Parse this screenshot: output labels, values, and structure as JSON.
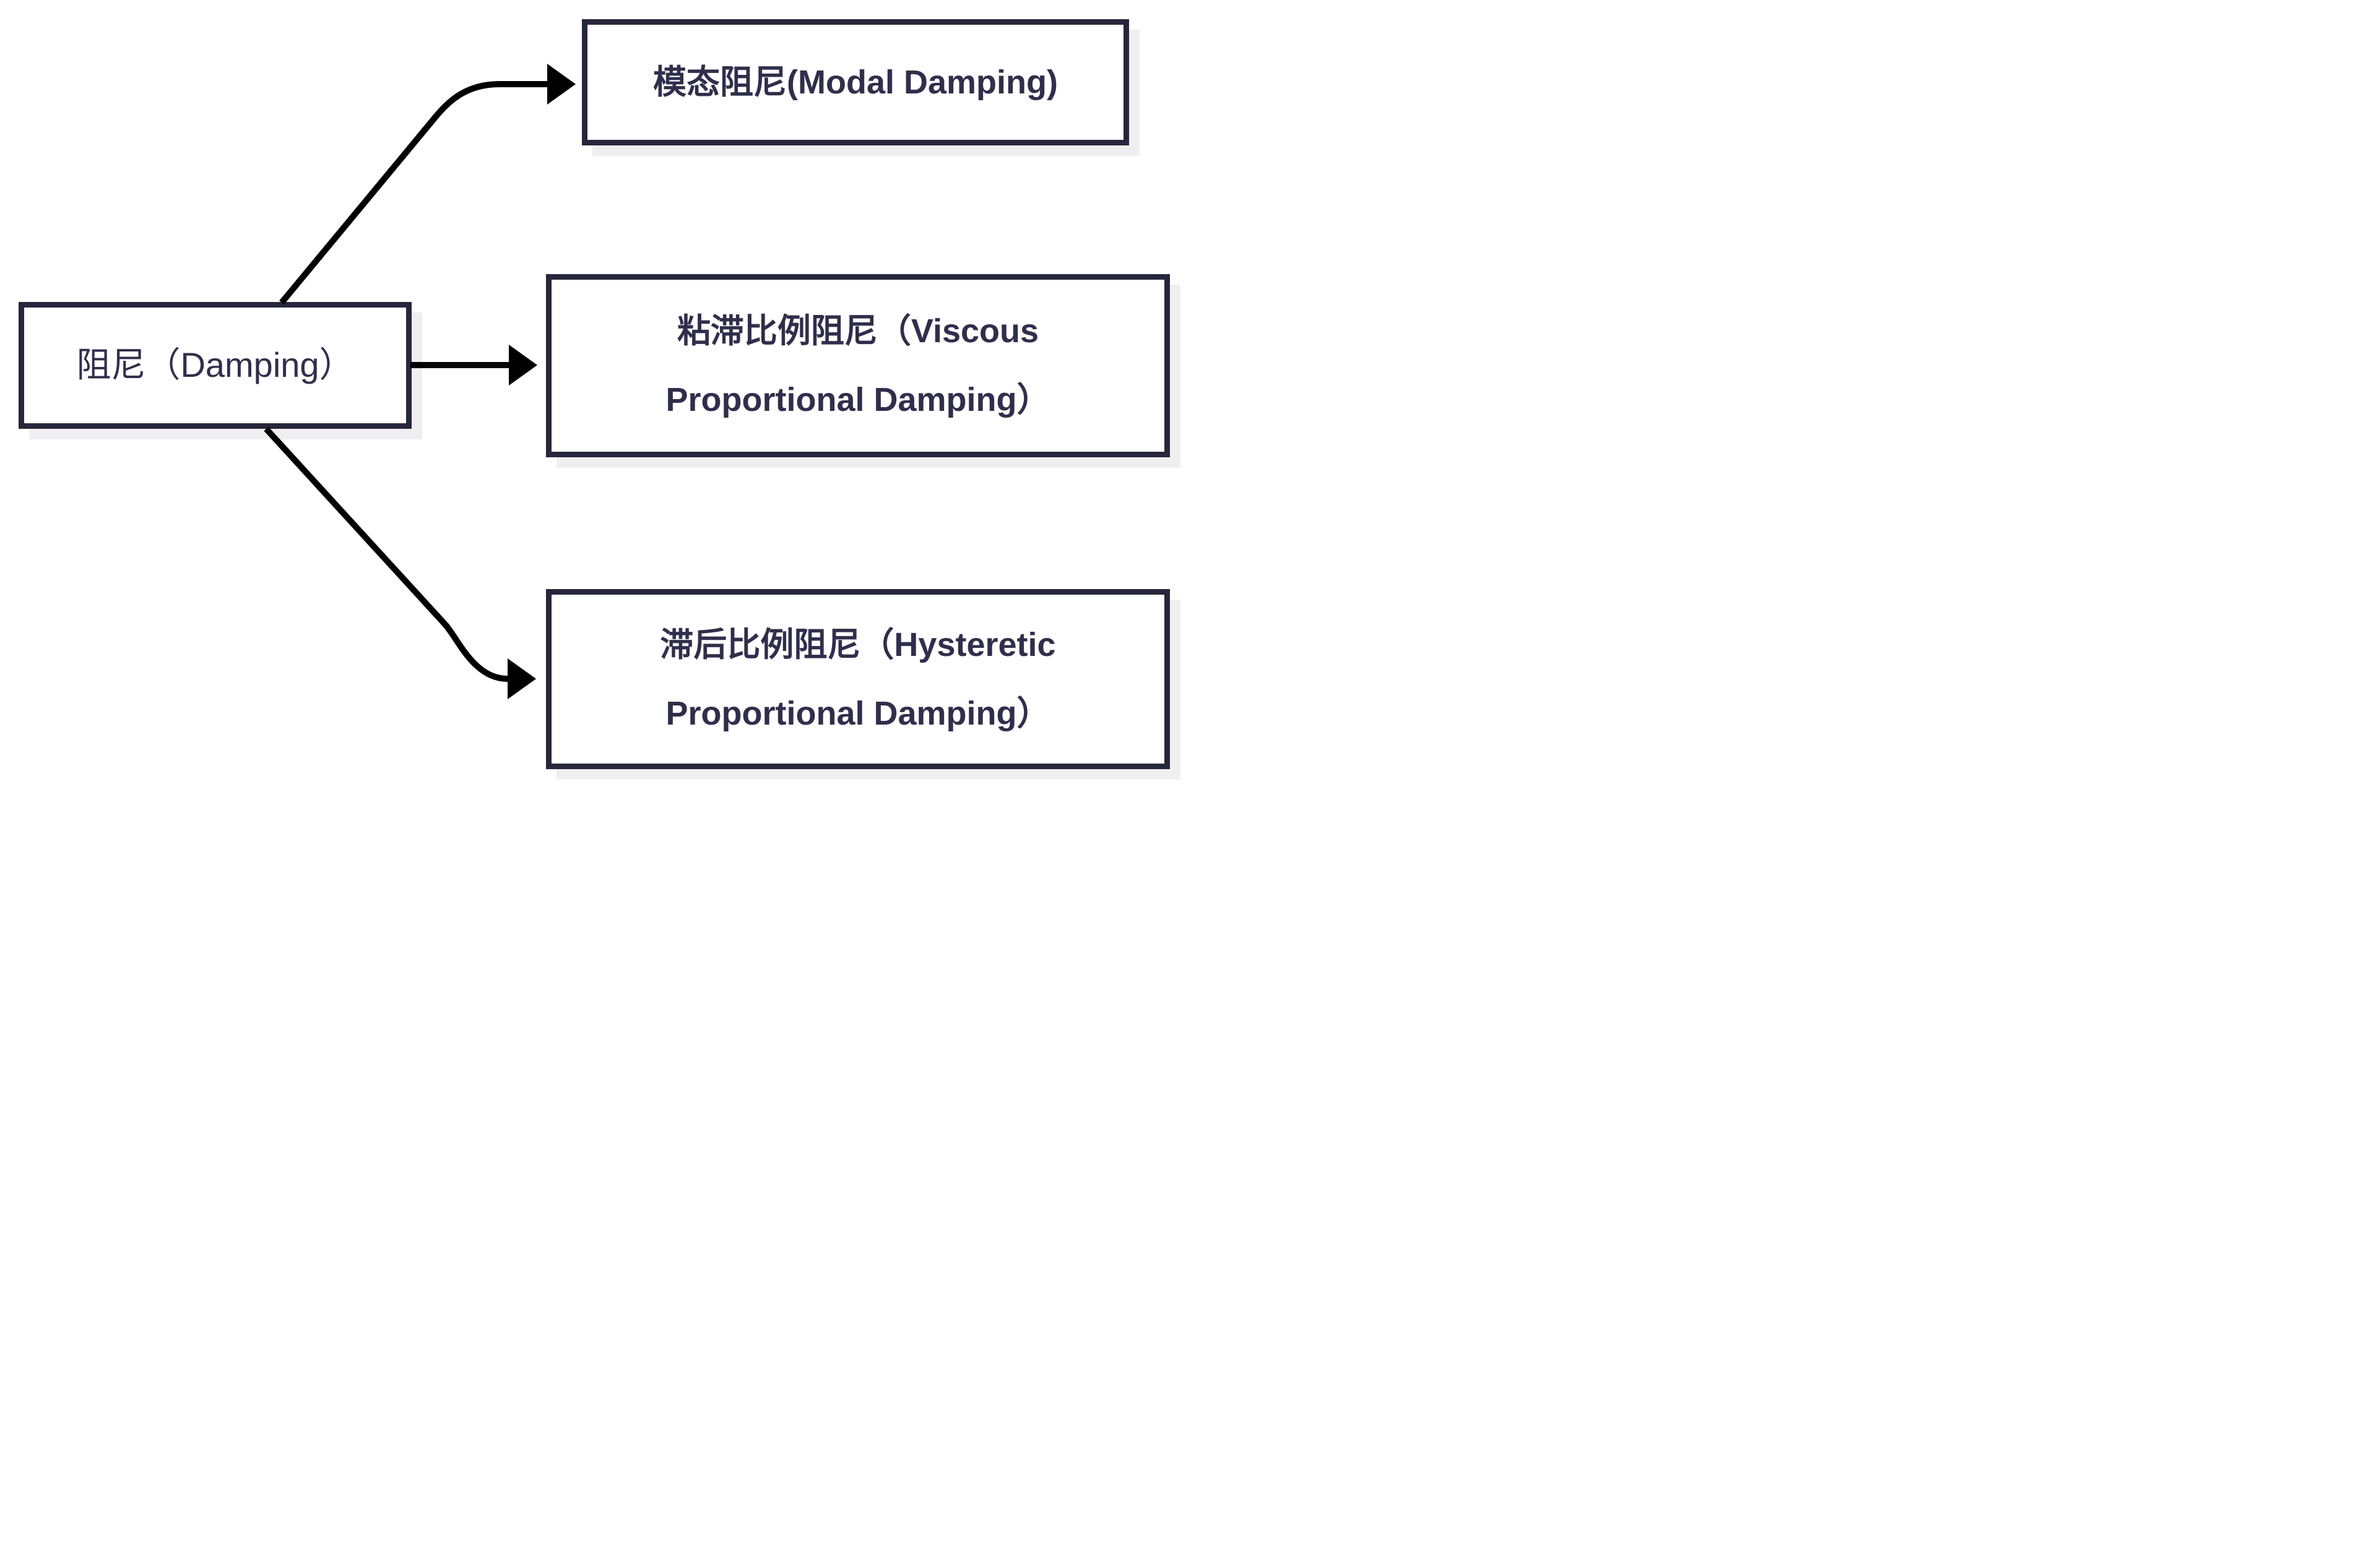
{
  "diagram": {
    "root": {
      "label": "阻尼（Damping）",
      "lines": [
        "阻尼（Damping）"
      ]
    },
    "branches": [
      {
        "label": "模态阻尼(Modal Damping)",
        "lines": [
          "模态阻尼(Modal Damping)"
        ]
      },
      {
        "label": "粘滞比例阻尼（Viscous Proportional Damping）",
        "lines": [
          "粘滞比例阻尼（Viscous",
          "Proportional Damping）"
        ]
      },
      {
        "label": "滞后比例阻尼（Hysteretic Proportional Damping）",
        "lines": [
          "滞后比例阻尼（Hysteretic",
          "Proportional Damping）"
        ]
      }
    ],
    "colors": {
      "background": "#ffffff",
      "border": "#26263c",
      "text": "#2f2f4c",
      "arrow": "#000000",
      "shadow": "#efeff1"
    }
  }
}
